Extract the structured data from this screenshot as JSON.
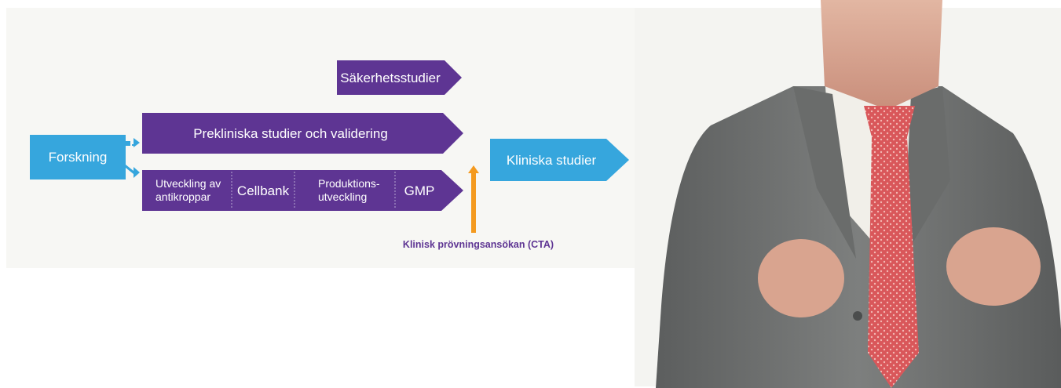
{
  "diagram": {
    "research": "Forskning",
    "safety": "Säkerhetsstudier",
    "preclinical": "Prekliniska studier och validering",
    "clinical": "Kliniska studier",
    "cta": "Klinisk prövningsansökan (CTA)",
    "development_steps": [
      {
        "line1": "Utveckling av",
        "line2": "antikroppar"
      },
      {
        "line1": "Cellbank",
        "line2": ""
      },
      {
        "line1": "Produktions-",
        "line2": "utveckling"
      },
      {
        "line1": "GMP",
        "line2": ""
      }
    ]
  },
  "colors": {
    "purple": "#5e3593",
    "blue": "#36a6dd",
    "orange": "#f49a1f",
    "panel": "#f7f7f4",
    "cta_text": "#5e3593"
  },
  "photo": {
    "subject": "man in grey suit and red tie gesturing with hands"
  }
}
